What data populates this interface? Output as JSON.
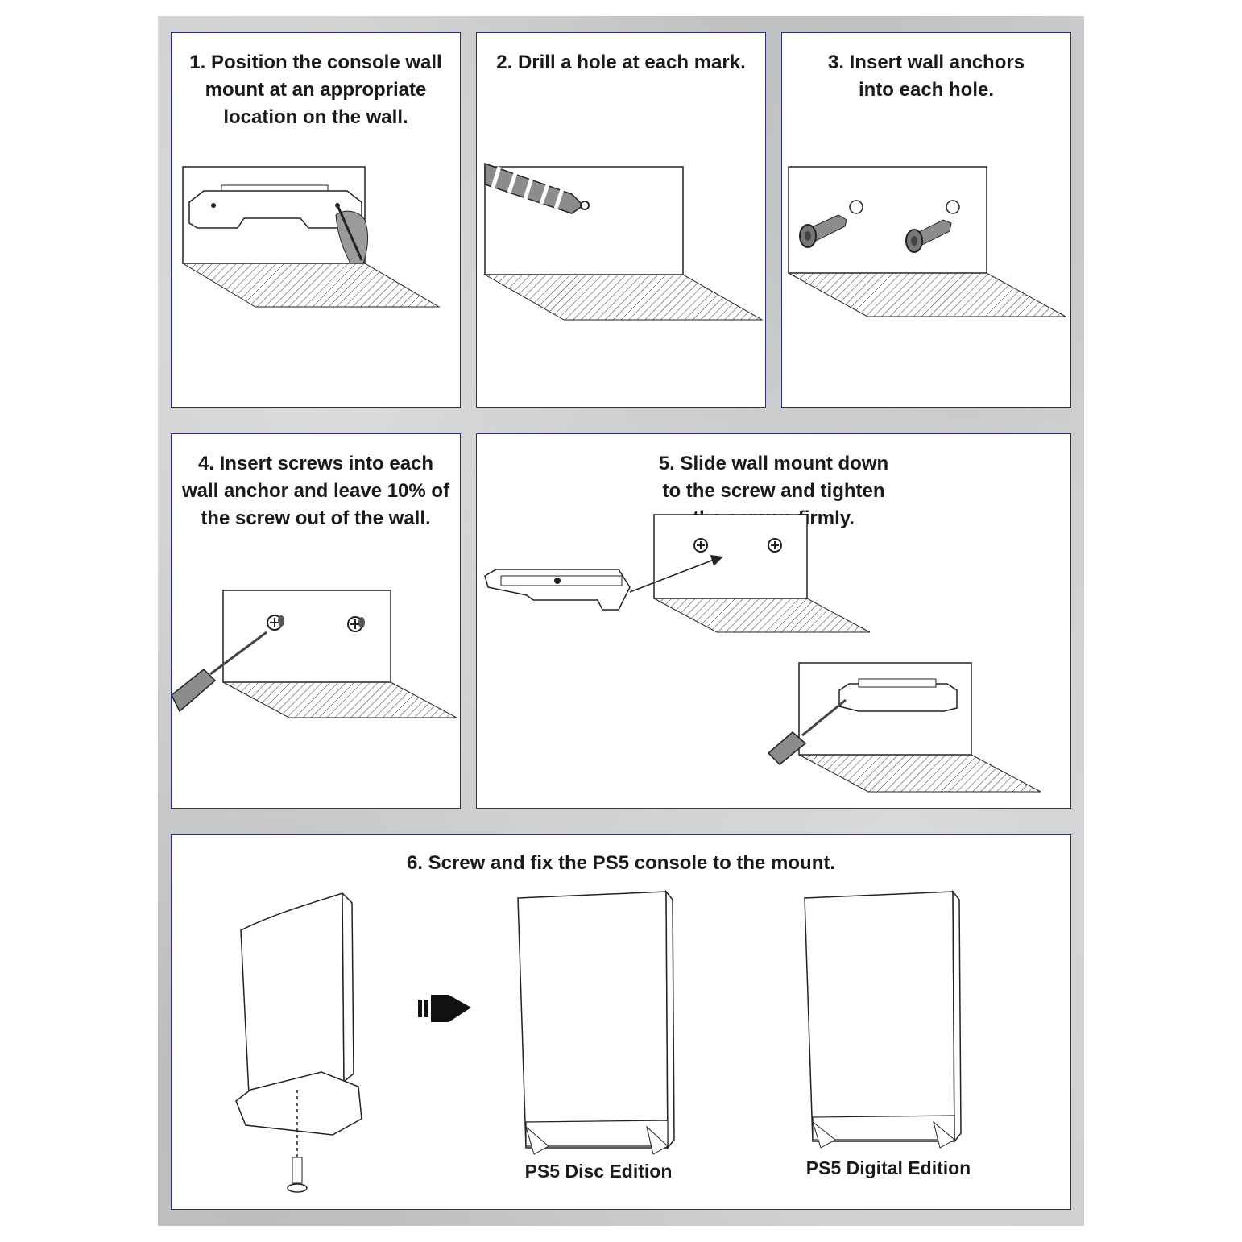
{
  "steps": [
    {
      "title": "1. Position the console wall mount at an appropriate location on the wall."
    },
    {
      "title": "2. Drill a hole at each mark."
    },
    {
      "title": "3. Insert wall anchors into each hole."
    },
    {
      "title": "4. Insert screws into each wall anchor and leave 10% of the screw out of the wall."
    },
    {
      "title": "5. Slide wall mount down to the screw and tighten the screws firmly."
    },
    {
      "title": "6. Screw and fix the PS5 console to the mount."
    }
  ],
  "editions": {
    "disc": "PS5 Disc Edition",
    "digital": "PS5 Digital Edition"
  },
  "colors": {
    "border": "#2b2f7a",
    "background": "#c9cacb",
    "ink": "#1a1a1a"
  }
}
